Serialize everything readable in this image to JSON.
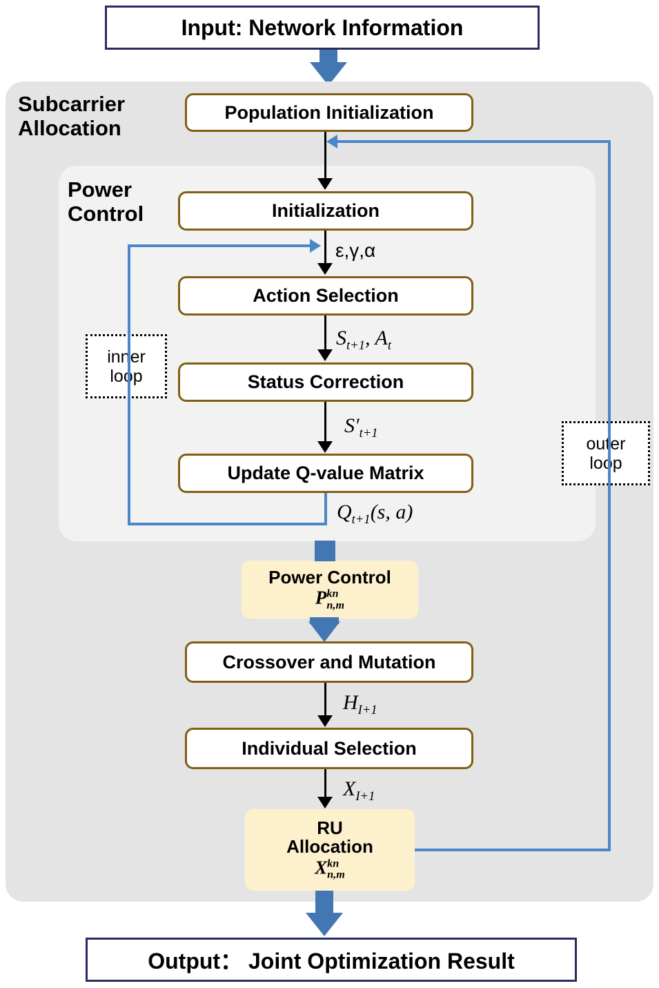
{
  "diagram": {
    "title": "Joint Subcarrier Allocation and Power Control Flowchart",
    "colors": {
      "panel_outer": "#e4e4e4",
      "panel_inner": "#f2f2f2",
      "process_border": "#7f5f12",
      "io_border": "#2b2b62",
      "highlight_fill": "#fdf1cd",
      "loop_line": "#4a87c8",
      "block_arrow": "#4277b4"
    }
  },
  "io": {
    "input_label": "Input: Network Information",
    "output_label": "Output：  Joint Optimization Result"
  },
  "groups": {
    "subcarrier": "Subcarrier\nAllocation",
    "power_control": "Power\nControl"
  },
  "nodes": {
    "population_initialization": "Population Initialization",
    "initialization": "Initialization",
    "action_selection": "Action Selection",
    "status_correction": "Status Correction",
    "update_q_value_matrix": "Update Q-value Matrix",
    "crossover_and_mutation": "Crossover and Mutation",
    "individual_selection": "Individual Selection",
    "power_control_title": "Power Control",
    "power_control_var_base": "P",
    "power_control_var_sup": "kn",
    "power_control_var_sub": "n,m",
    "ru_allocation_title": "RU\nAllocation",
    "ru_allocation_var_base": "X",
    "ru_allocation_var_sup": "kn",
    "ru_allocation_var_sub": "n,m"
  },
  "loop_tags": {
    "inner": "inner\nloop",
    "outer": "outer\nloop"
  },
  "edge_labels": {
    "params": "ε,γ,α",
    "state_action_base": "S",
    "state_action_sub": "t+1",
    "state_action_rest": ", A",
    "state_action_rest_sub": "t",
    "state_prime_base": "S′",
    "state_prime_sub": "t+1",
    "q_base": "Q",
    "q_sub": "t+1",
    "q_args": "(s, a)",
    "h_base": "H",
    "h_sub": "I+1",
    "x_base": "X",
    "x_sub": "I+1"
  }
}
